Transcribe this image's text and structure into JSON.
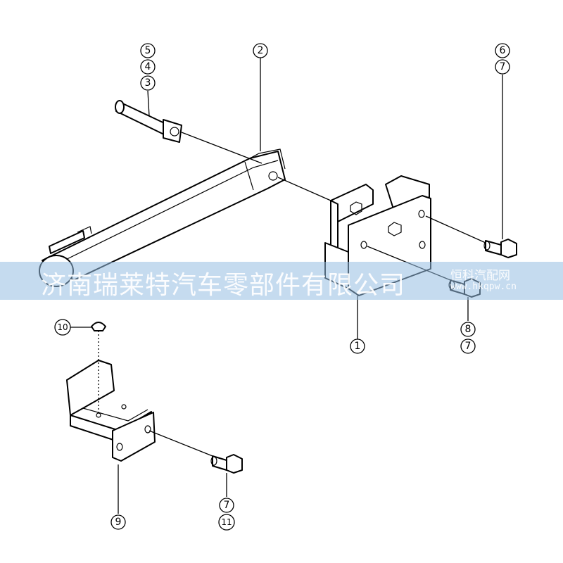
{
  "callouts": {
    "c1": "1",
    "c2": "2",
    "c3": "3",
    "c4": "4",
    "c5": "5",
    "c6": "6",
    "c7a": "7",
    "c7b": "7",
    "c7c": "7",
    "c8": "8",
    "c9": "9",
    "c10": "10",
    "c11": "11"
  },
  "watermark": {
    "company": "济南瑞莱特汽车零部件有限公司",
    "site_name": "恒科汽配网",
    "site_url": "www.hkqpw.cn"
  }
}
